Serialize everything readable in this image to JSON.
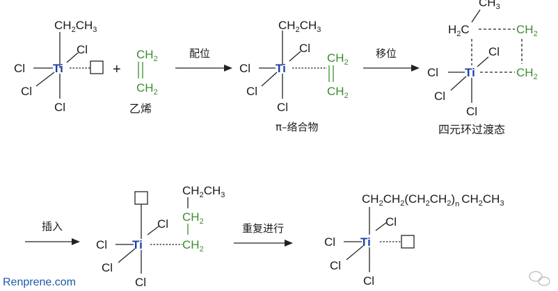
{
  "colors": {
    "text": "#1a1a1a",
    "titanium": "#1f3fa6",
    "ethylene": "#3d8b2f",
    "watermark": "#1c5aa8"
  },
  "atoms": {
    "ti": "Ti",
    "cl": "Cl",
    "ch2": "CH",
    "h2c": "H",
    "c": "C",
    "ch3": "CH",
    "sub2": "2",
    "sub3": "3",
    "subn": "n",
    "ch3_top": "CH3"
  },
  "labels": {
    "ethylene": "乙烯",
    "pi_complex": "π–络合物",
    "four_ring": "四元环过渡态",
    "coordination": "配位",
    "migration": "移位",
    "insertion": "插入",
    "repeat": "重复进行",
    "plus": "+"
  },
  "chain": {
    "head": "CH",
    "paren_open": "(",
    "paren_close": ")"
  },
  "watermark": {
    "site": "Renprene.com"
  }
}
